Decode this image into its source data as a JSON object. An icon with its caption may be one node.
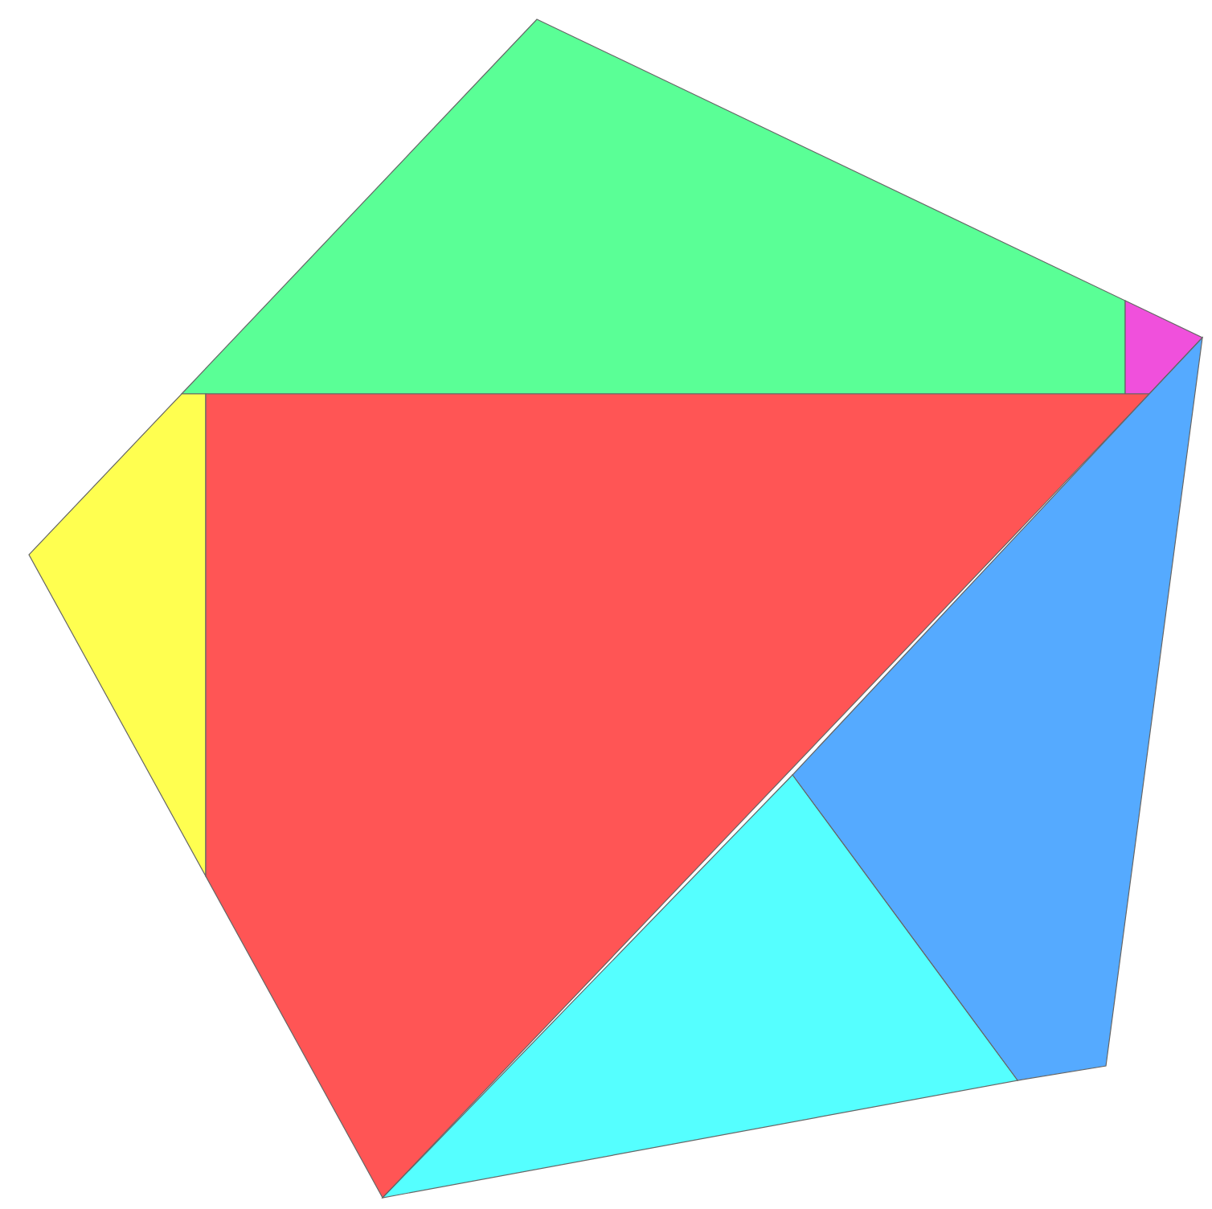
{
  "diagram": {
    "nodes": [
      {
        "text": [],
        "shape": "quadrilateral"
      },
      {
        "text": [],
        "shape": "quadrilateral"
      },
      {
        "text": [],
        "shape": "quadrilateral"
      },
      {
        "text": [],
        "shape": "quadrilateral"
      },
      {
        "text": [],
        "shape": "pentagon"
      },
      {
        "text": [],
        "shape": "triangle"
      }
    ]
  }
}
